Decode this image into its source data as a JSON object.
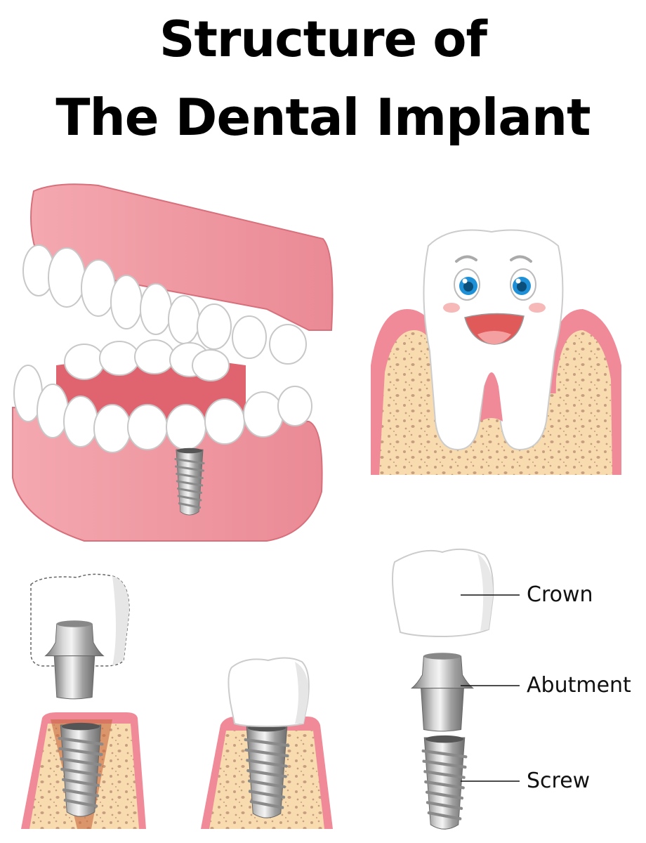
{
  "title": {
    "line1": "Structure of",
    "line2": "The Dental Implant"
  },
  "illustrations": {
    "jaw_model": "full-denture-jaw-with-implant",
    "cartoon_tooth": "smiling-tooth-in-gum",
    "implant_with_abutment": "abutment-above-implant-in-bone",
    "implant_with_crown": "crown-on-implant-in-bone",
    "exploded_implant": "crown-abutment-screw-exploded"
  },
  "labels": {
    "crown": "Crown",
    "abutment": "Abutment",
    "screw": "Screw"
  },
  "colors": {
    "gum": "#f0a0a8",
    "gum_dark": "#e07a86",
    "bone": "#f8dcb0",
    "bone_dots": "#c49a7a",
    "metal": "#a8a8a8",
    "tooth": "#ffffff",
    "eye": "#1e90d8"
  }
}
